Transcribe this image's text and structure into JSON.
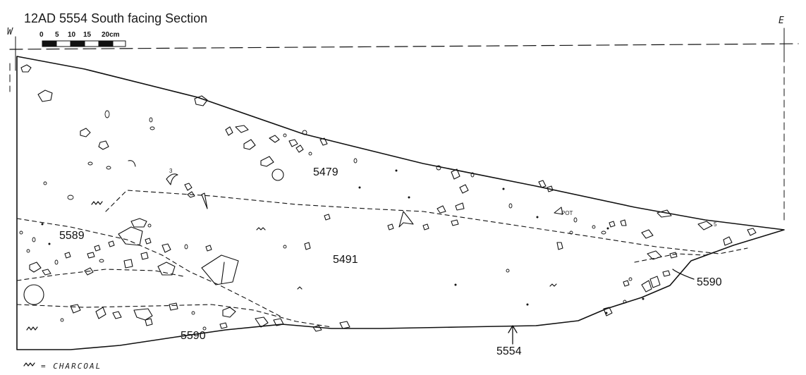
{
  "title": "12AD 5554 South facing Section",
  "orientation": {
    "west": "W",
    "east": "E"
  },
  "scale_bar": {
    "labels": [
      "0",
      "5",
      "10",
      "15",
      "20cm"
    ]
  },
  "contexts": {
    "upper": "5479",
    "middle": "5491",
    "west_deposit": "5589",
    "lower_west": "5590",
    "lower_east": "5590",
    "cut": "5554"
  },
  "legend": {
    "charcoal": "= CHARCOAL"
  },
  "annotations": {
    "pot": "POT",
    "num_a": "5",
    "num_b": "3"
  }
}
